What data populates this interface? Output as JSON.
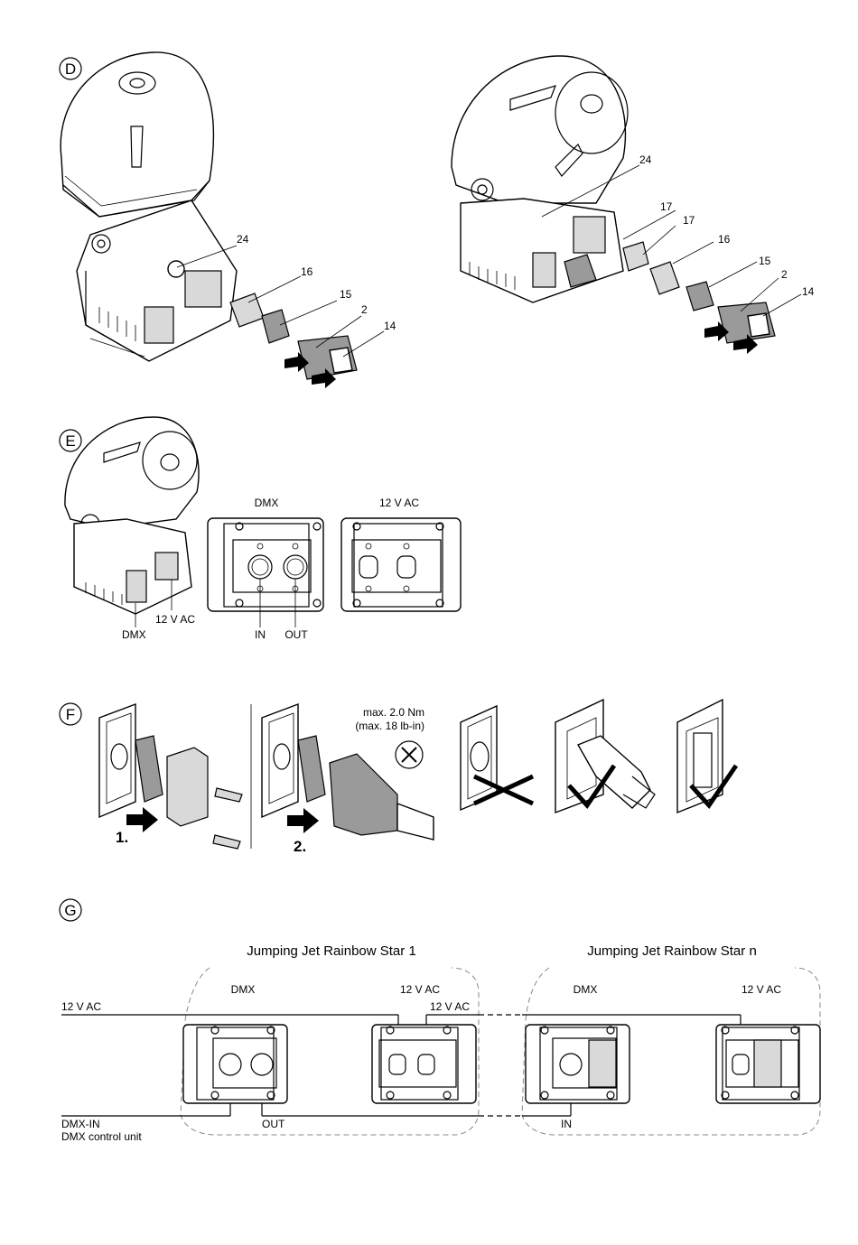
{
  "sections": {
    "d": "D",
    "e": "E",
    "f": "F",
    "g": "G"
  },
  "section_d": {
    "left_callouts": [
      "24",
      "16",
      "15",
      "2",
      "14"
    ],
    "right_callouts": [
      "24",
      "17",
      "17",
      "16",
      "15",
      "2",
      "14"
    ]
  },
  "section_e": {
    "dmx_title": "DMX",
    "ac_title": "12 V AC",
    "lamp_label_ac": "12 V AC",
    "lamp_label_dmx": "DMX",
    "in_label": "IN",
    "out_label": "OUT"
  },
  "section_f": {
    "torque_line1": "max. 2.0 Nm",
    "torque_line2": "(max. 18 lb-in)",
    "step1": "1.",
    "step2": "2."
  },
  "section_g": {
    "title_1": "Jumping Jet Rainbow Star 1",
    "title_n": "Jumping Jet Rainbow Star n",
    "dmx_1": "DMX",
    "ac_1": "12 V AC",
    "ac_1b": "12 V AC",
    "dmx_n": "DMX",
    "ac_n": "12 V AC",
    "ac_feed": "12 V AC",
    "dmx_in": "DMX-IN",
    "dmx_control": "DMX control unit",
    "out": "OUT",
    "in": "IN"
  },
  "colors": {
    "line": "#000000",
    "grey_fill": "#9a9a9a",
    "light_fill": "#d9d9d9",
    "dashed_outline": "#888888"
  }
}
